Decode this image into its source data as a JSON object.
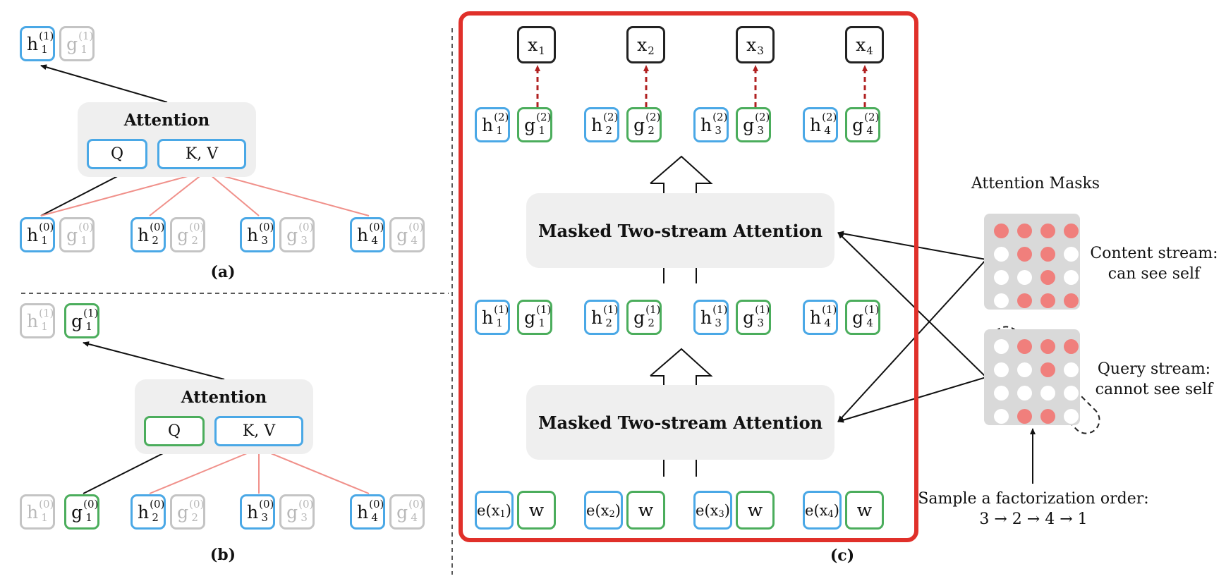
{
  "panels": {
    "a": {
      "caption": "(a)",
      "attention_title": "Attention",
      "q_label": "Q",
      "kv_label": "K, V",
      "output": [
        {
          "v": "h",
          "i": "1",
          "l": "1",
          "style": "h"
        },
        {
          "v": "g",
          "i": "1",
          "l": "1",
          "style": "gray"
        }
      ],
      "inputs": [
        {
          "v": "h",
          "i": "1",
          "l": "0",
          "style": "h"
        },
        {
          "v": "g",
          "i": "1",
          "l": "0",
          "style": "gray"
        },
        {
          "v": "h",
          "i": "2",
          "l": "0",
          "style": "h"
        },
        {
          "v": "g",
          "i": "2",
          "l": "0",
          "style": "gray"
        },
        {
          "v": "h",
          "i": "3",
          "l": "0",
          "style": "h"
        },
        {
          "v": "g",
          "i": "3",
          "l": "0",
          "style": "gray"
        },
        {
          "v": "h",
          "i": "4",
          "l": "0",
          "style": "h"
        },
        {
          "v": "g",
          "i": "4",
          "l": "0",
          "style": "gray"
        }
      ]
    },
    "b": {
      "caption": "(b)",
      "attention_title": "Attention",
      "q_label": "Q",
      "kv_label": "K, V",
      "output": [
        {
          "v": "h",
          "i": "1",
          "l": "1",
          "style": "gray"
        },
        {
          "v": "g",
          "i": "1",
          "l": "1",
          "style": "g"
        }
      ],
      "inputs": [
        {
          "v": "h",
          "i": "1",
          "l": "0",
          "style": "gray"
        },
        {
          "v": "g",
          "i": "1",
          "l": "0",
          "style": "g"
        },
        {
          "v": "h",
          "i": "2",
          "l": "0",
          "style": "h"
        },
        {
          "v": "g",
          "i": "2",
          "l": "0",
          "style": "gray"
        },
        {
          "v": "h",
          "i": "3",
          "l": "0",
          "style": "h"
        },
        {
          "v": "g",
          "i": "3",
          "l": "0",
          "style": "gray"
        },
        {
          "v": "h",
          "i": "4",
          "l": "0",
          "style": "h"
        },
        {
          "v": "g",
          "i": "4",
          "l": "0",
          "style": "gray"
        }
      ]
    },
    "c": {
      "caption": "(c)",
      "outputs": [
        {
          "v": "x",
          "i": "1"
        },
        {
          "v": "x",
          "i": "2"
        },
        {
          "v": "x",
          "i": "3"
        },
        {
          "v": "x",
          "i": "4"
        }
      ],
      "layer2_label": "(2)",
      "layer1_label": "(1)",
      "block_label": "Masked Two-stream Attention",
      "embeddings": [
        {
          "e": "e(x",
          "i": "1",
          "close": ")",
          "w": "w"
        },
        {
          "e": "e(x",
          "i": "2",
          "close": ")",
          "w": "w"
        },
        {
          "e": "e(x",
          "i": "3",
          "close": ")",
          "w": "w"
        },
        {
          "e": "e(x",
          "i": "4",
          "close": ")",
          "w": "w"
        }
      ]
    }
  },
  "masks": {
    "title": "Attention Masks",
    "content_label_1": "Content stream:",
    "content_label_2": "can see self",
    "query_label_1": "Query stream:",
    "query_label_2": "cannot see self",
    "content_grid": [
      [
        1,
        1,
        1,
        1
      ],
      [
        0,
        1,
        1,
        0
      ],
      [
        0,
        0,
        1,
        0
      ],
      [
        0,
        1,
        1,
        1
      ]
    ],
    "query_grid": [
      [
        0,
        1,
        1,
        1
      ],
      [
        0,
        0,
        1,
        0
      ],
      [
        0,
        0,
        0,
        0
      ],
      [
        0,
        1,
        1,
        0
      ]
    ],
    "on_color": "#f07f7c",
    "off_color": "#ffffff"
  },
  "order": {
    "line1": "Sample a factorization order:",
    "line2": "3 → 2 → 4 → 1"
  },
  "colors": {
    "content_stream": "#4aa8e6",
    "query_stream": "#4bad5c",
    "inactive": "#c4c4c4",
    "highlight_frame": "#e0302a",
    "attention_arrow": "#f0908a",
    "prediction_arrow": "#b02020"
  }
}
